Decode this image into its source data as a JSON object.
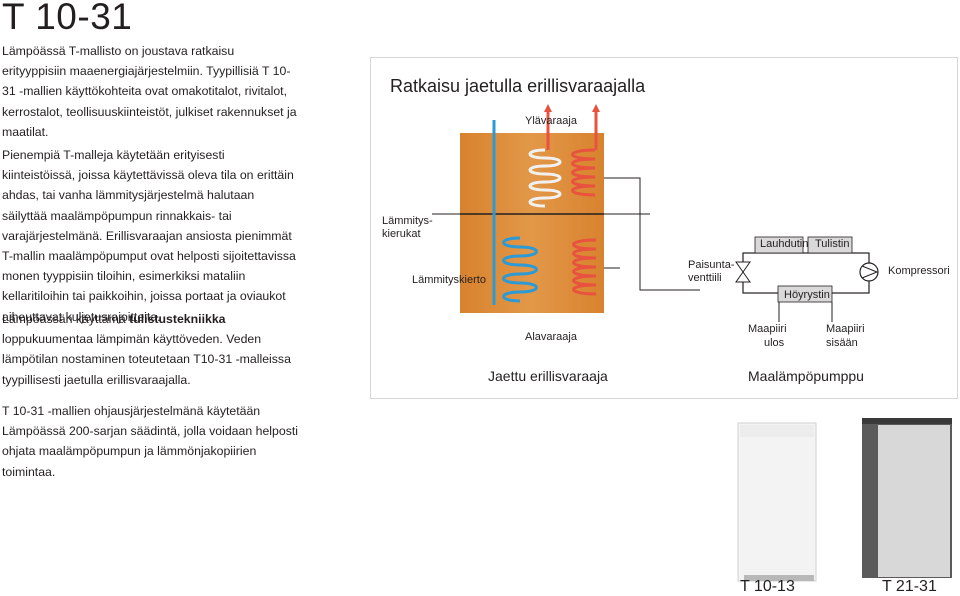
{
  "page": {
    "title": "T 10-31",
    "paragraphs": {
      "p1": "Lämpöässä T-mallisto on joustava ratkaisu erityyppisiin maaenergiajärjestelmiin. Tyypillisiä T 10-31 -mallien käyttökohteita ovat omakotitalot, rivitalot, kerrostalot, teollisuuskiinteistöt, julkiset rakennukset ja maatilat.",
      "p2": "Pienempiä T-malleja käytetään erityisesti kiinteistöissä, joissa käytettävissä oleva tila on erittäin ahdas, tai vanha lämmitysjärjestelmä halutaan säilyttää maalämpöpumpun rinnakkais- tai varajärjestelmänä. Erillisvaraajan ansiosta pienimmät T-mallin maalämpöpumput ovat helposti sijoitettavissa monen tyyppisiin tiloihin, esimerkiksi mataliin kellaritiloihin tai paikkoihin, joissa portaat ja oviaukot aiheuttavat kuljetusrajoitteita.",
      "p3_before": "Lämpöässän käyttämä ",
      "p3_bold": "tulistustekniikka",
      "p3_after": " loppukuumentaa lämpimän käyttöveden. Veden lämpötilan nostaminen toteutetaan T10-31 -malleissa tyypillisesti jaetulla erillisvaraajalla.",
      "p4": "T 10-31 -mallien ohjausjärjestelmänä käytetään Lämpöässä 200-sarjan säädintä, jolla voidaan helposti ohjata maalämpöpumpun ja lämmönjakopiirien toimintaa."
    }
  },
  "diagram": {
    "title": "Ratkaisu jaetulla erillisvaraajalla",
    "labels": {
      "upper_tank": "Ylävaraaja",
      "heating_circuits_1": "Lämmitys-",
      "heating_circuits_2": "kierukat",
      "heating_coil": "Lämmityskierto",
      "lower_tank": "Alavaraaja",
      "expansion_valve_1": "Paisunta-",
      "expansion_valve_2": "venttiili",
      "condenser": "Lauhdutin",
      "superheater": "Tulistin",
      "evaporator": "Höyrystin",
      "compressor": "Kompressori",
      "ground_out_1": "Maapiiri",
      "ground_out_2": "ulos",
      "ground_in_1": "Maapiiri",
      "ground_in_2": "sisään"
    },
    "captions": {
      "tank": "Jaettu erillisvaraaja",
      "heat_pump": "Maalämpöpumppu"
    },
    "colors": {
      "hot": "#e8523f",
      "cold": "#2d9ad6",
      "tank": "#dd8e3c"
    }
  },
  "products": {
    "left": "T 10-13",
    "right": "T 21-31"
  }
}
